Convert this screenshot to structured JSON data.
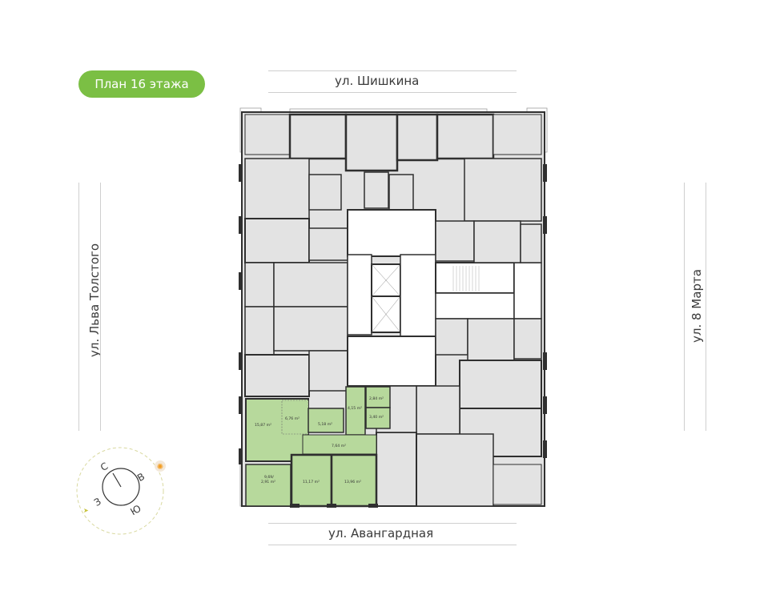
{
  "floor_badge": {
    "label": "План 16 этажа",
    "color": "#7bbf44"
  },
  "streets": {
    "north": "ул. Шишкина",
    "south": "ул. Авангардная",
    "west": "ул. Льва Толстого",
    "east": "ул. 8 Марта"
  },
  "compass": {
    "north": "С",
    "east": "В",
    "south": "Ю",
    "west": "З",
    "sun_icon": "sun-icon"
  },
  "colors": {
    "apartment_fill": "#e3e3e3",
    "highlight_fill": "#b7d99c",
    "wall": "#2f2f2f",
    "common_area": "#ffffff"
  },
  "highlighted_apartment": {
    "rooms": [
      {
        "label": "15,87 m²"
      },
      {
        "label": "6,76 m²"
      },
      {
        "label": "5,18 m²"
      },
      {
        "label": "4,15 m²"
      },
      {
        "label": "2,84 m²"
      },
      {
        "label": "3,40 m²"
      },
      {
        "label": "7,64 m²"
      },
      {
        "label": "9,69/"
      },
      {
        "label": "2,91 m²"
      },
      {
        "label": "11,17 m²"
      },
      {
        "label": "13,96 m²"
      }
    ]
  }
}
